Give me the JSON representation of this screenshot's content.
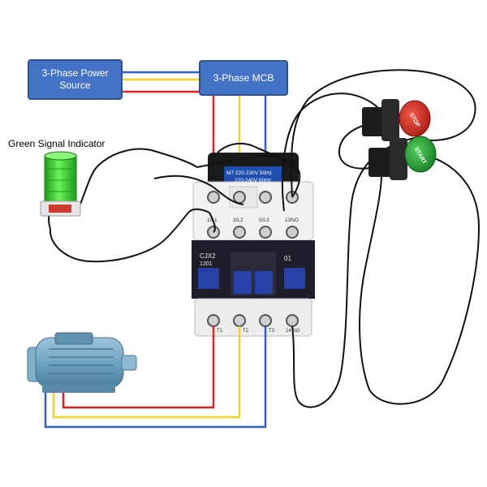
{
  "power_source": {
    "line1": "3-Phase Power",
    "line2": "Source"
  },
  "mcb": {
    "label": "3-Phase MCB"
  },
  "indicator": {
    "title": "Green Signal Indicator"
  },
  "contactor": {
    "model": "CJX2",
    "number": "1201",
    "aux": "01",
    "coil_rating_1": "M7 220-230V 50Hz",
    "coil_rating_2": "220-240V 60Hz",
    "top_terminals": [
      "1/L1",
      "3/L2",
      "5/L3",
      "13NO"
    ],
    "bottom_terminals": [
      "T1",
      "T2",
      "T3",
      "14 NO"
    ]
  },
  "buttons": {
    "stop": "STOP",
    "start": "START"
  },
  "colors": {
    "wire_red": "#e02020",
    "wire_yellow": "#f2d21a",
    "wire_blue": "#2e62c9",
    "wire_black": "#111111",
    "box_fill": "#4472c4",
    "stop_red": "#d42a20",
    "start_green": "#27a33b",
    "indicator_green": "#39d52c"
  }
}
